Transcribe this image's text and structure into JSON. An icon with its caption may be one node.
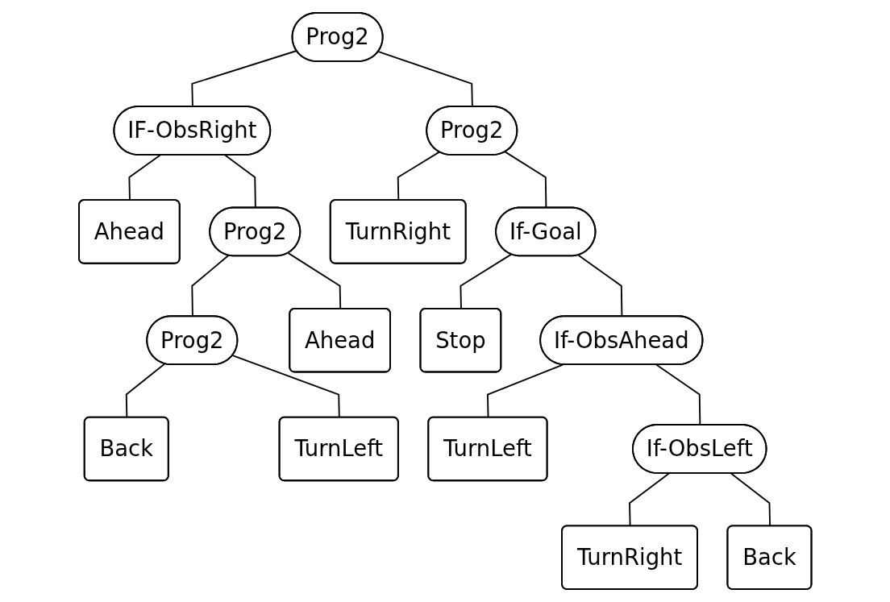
{
  "diagram": {
    "nodes": [
      {
        "text": [
          "Prog2"
        ]
      },
      {
        "text": [
          "IF-ObsRight"
        ]
      },
      {
        "text": [
          "Prog2"
        ]
      },
      {
        "text": [
          "Ahead"
        ]
      },
      {
        "text": [
          "Prog2"
        ]
      },
      {
        "text": [
          "TurnRight"
        ]
      },
      {
        "text": [
          "If-Goal"
        ]
      },
      {
        "text": [
          "Prog2"
        ]
      },
      {
        "text": [
          "Ahead"
        ]
      },
      {
        "text": [
          "Stop"
        ]
      },
      {
        "text": [
          "If-ObsAhead"
        ]
      },
      {
        "text": [
          "Back"
        ]
      },
      {
        "text": [
          "TurnLeft"
        ]
      },
      {
        "text": [
          "TurnLeft"
        ]
      },
      {
        "text": [
          "If-ObsLeft"
        ]
      },
      {
        "text": [
          "TurnRight"
        ]
      },
      {
        "text": [
          "Back"
        ]
      }
    ],
    "edges": [
      {
        "from": 0,
        "to": 1,
        "arrow": "none"
      },
      {
        "from": 0,
        "to": 2,
        "arrow": "none"
      },
      {
        "from": 1,
        "to": 3,
        "arrow": "none"
      },
      {
        "from": 1,
        "to": 4,
        "arrow": "none"
      },
      {
        "from": 2,
        "to": 5,
        "arrow": "none"
      },
      {
        "from": 2,
        "to": 6,
        "arrow": "none"
      },
      {
        "from": 4,
        "to": 7,
        "arrow": "none"
      },
      {
        "from": 4,
        "to": 8,
        "arrow": "none"
      },
      {
        "from": 6,
        "to": 9,
        "arrow": "none"
      },
      {
        "from": 6,
        "to": 10,
        "arrow": "none"
      },
      {
        "from": 7,
        "to": 11,
        "arrow": "none"
      },
      {
        "from": 7,
        "to": 12,
        "arrow": "none"
      },
      {
        "from": 10,
        "to": 13,
        "arrow": "none"
      },
      {
        "from": 10,
        "to": 14,
        "arrow": "none"
      },
      {
        "from": 14,
        "to": 15,
        "arrow": "none"
      },
      {
        "from": 14,
        "to": 16,
        "arrow": "none"
      }
    ]
  }
}
